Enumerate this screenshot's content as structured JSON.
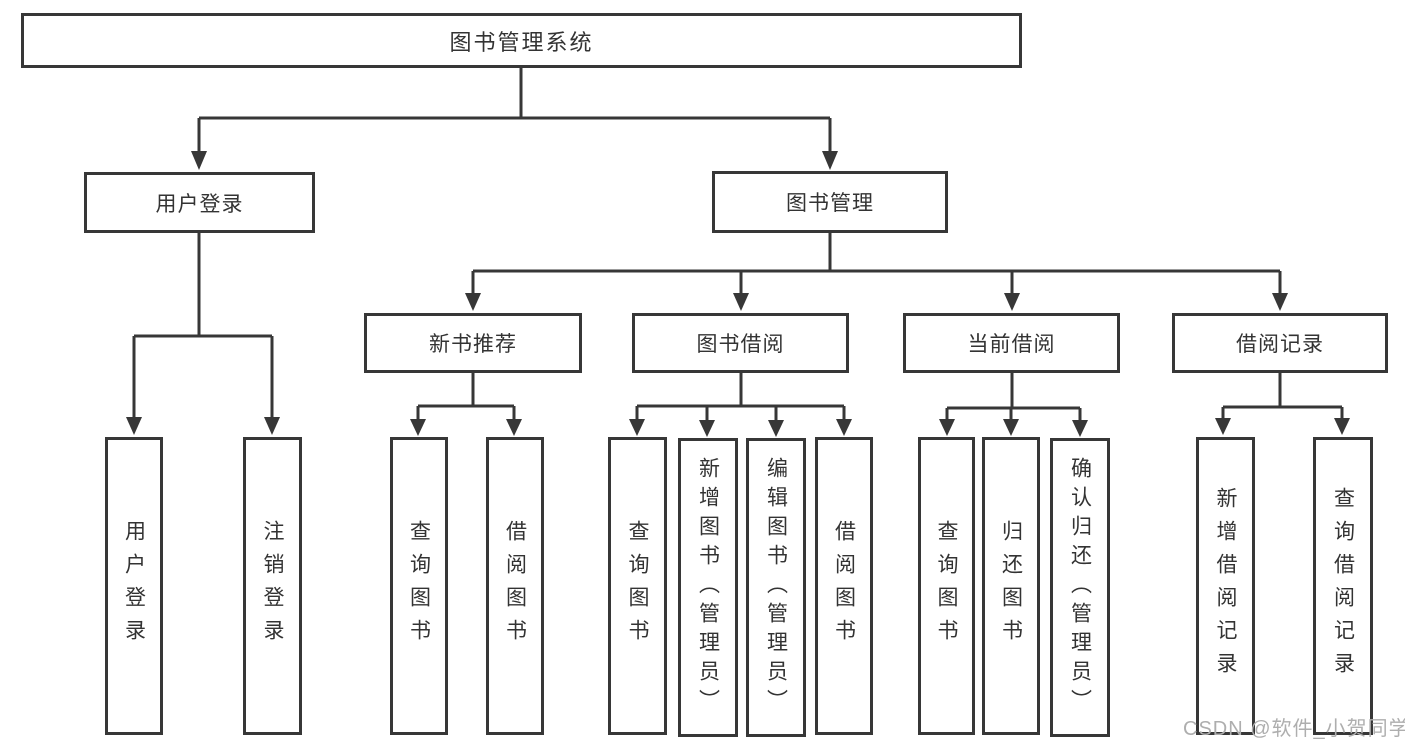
{
  "tree": {
    "root": "图书管理系统",
    "children": [
      {
        "label": "用户登录",
        "children": [
          "用户登录",
          "注销登录"
        ]
      },
      {
        "label": "图书管理",
        "children": [
          {
            "label": "新书推荐",
            "children": [
              "查询图书",
              "借阅图书"
            ]
          },
          {
            "label": "图书借阅",
            "children": [
              "查询图书",
              "新增图书（管理员）",
              "编辑图书（管理员）",
              "借阅图书"
            ]
          },
          {
            "label": "当前借阅",
            "children": [
              "查询图书",
              "归还图书",
              "确认归还（管理员）"
            ]
          },
          {
            "label": "借阅记录",
            "children": [
              "新增借阅记录",
              "查询借阅记录"
            ]
          }
        ]
      }
    ]
  },
  "watermark": "CSDN @软件_小贺同学",
  "colors": {
    "line": "#373737",
    "text": "#333333",
    "watermark": "#aeaeae",
    "background": "#ffffff"
  }
}
